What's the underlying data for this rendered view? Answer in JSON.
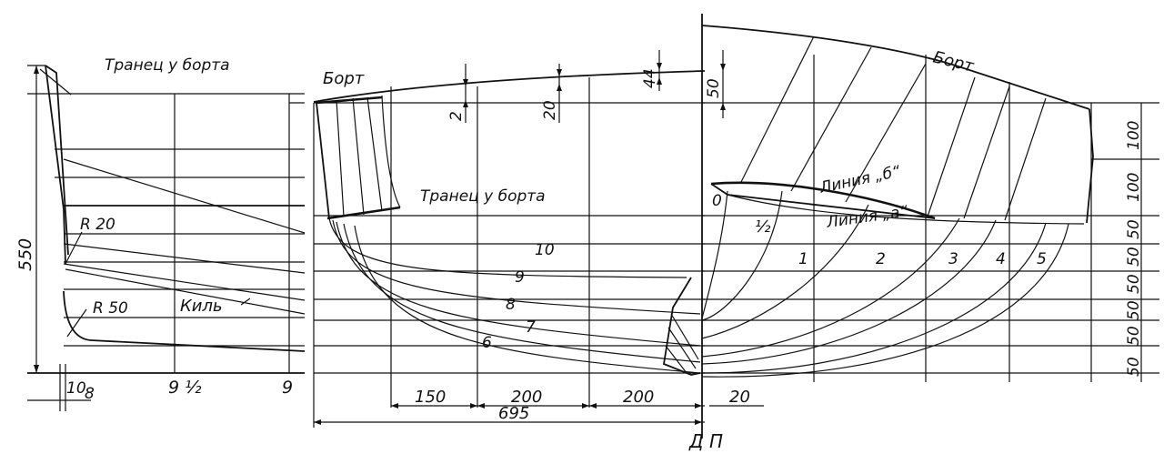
{
  "side_view": {
    "transom_label": "Транец у борта",
    "dim_height": "550",
    "radius_top": "R 20",
    "radius_bottom": "R 50",
    "keel_label": "Киль",
    "dim_10": "10",
    "dim_8": "8",
    "station_9_half": "9 ½",
    "station_9": "9"
  },
  "plan_view": {
    "bort_label": "Борт",
    "transom_label": "Транец у борта",
    "rise_2": "2",
    "rise_20": "20",
    "rise_44": "44",
    "frames": [
      "10",
      "9",
      "8",
      "7",
      "6"
    ],
    "dim_150": "150",
    "dim_200a": "200",
    "dim_200b": "200",
    "dim_695": "695",
    "dp_label": "Д П"
  },
  "body_plan": {
    "bort_label": "Борт",
    "dim_50_top": "50",
    "line_b": "Линия „б“",
    "line_a": "Линия „а“",
    "dim_20": "20",
    "stations": [
      "0",
      "½",
      "1",
      "2",
      "3",
      "4",
      "5"
    ],
    "waterline_spacing": [
      "100",
      "100",
      "50",
      "50",
      "50",
      "50",
      "50",
      "50"
    ]
  }
}
